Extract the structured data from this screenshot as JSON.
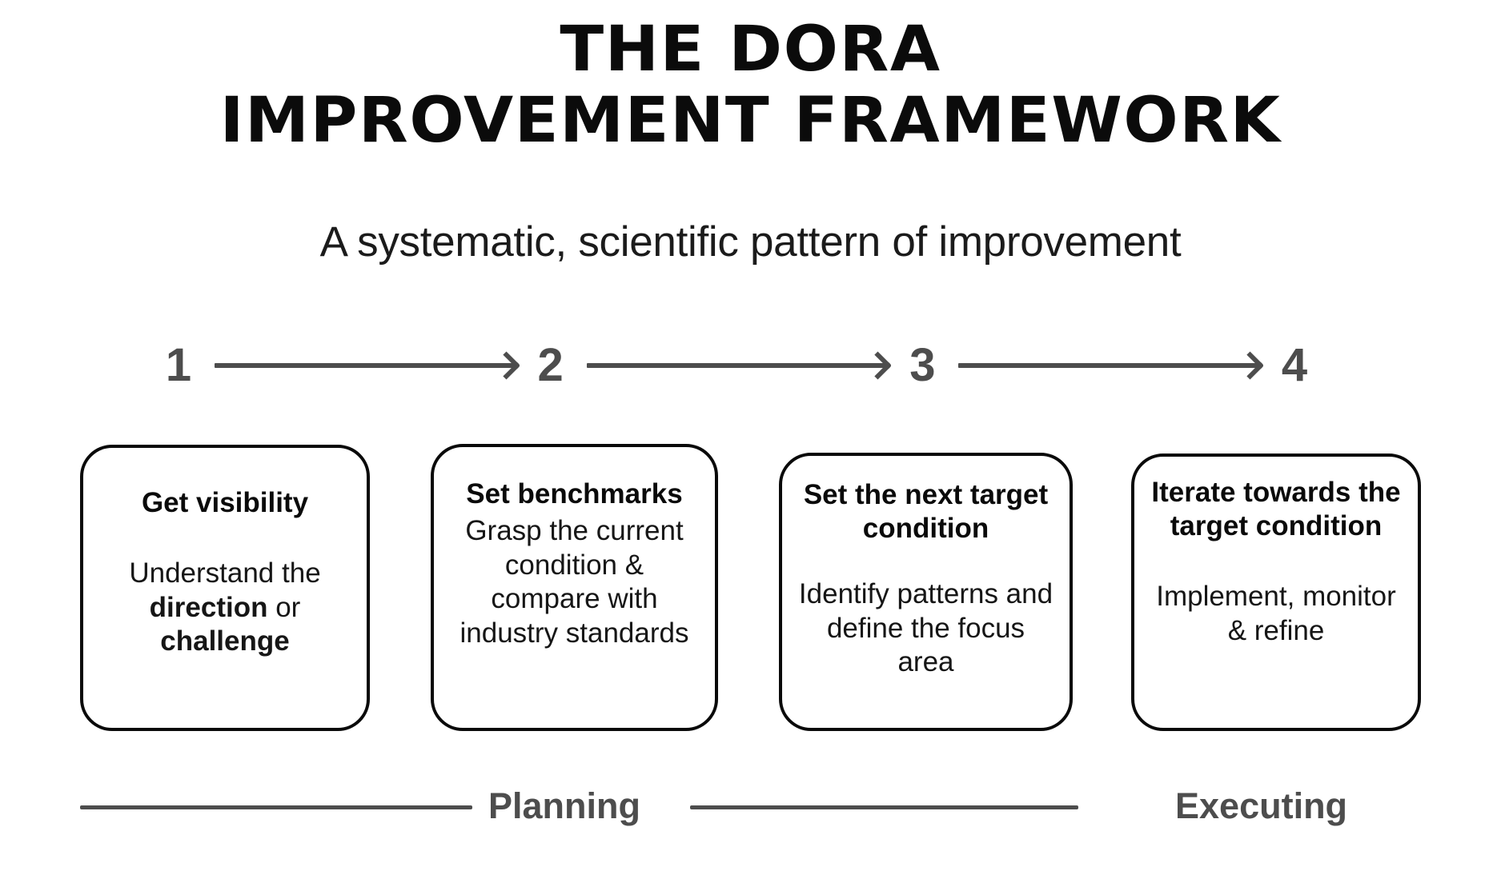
{
  "title": {
    "line1": "THE DORA",
    "line2": "IMPROVEMENT FRAMEWORK"
  },
  "subtitle": "A systematic, scientific pattern of improvement",
  "colors": {
    "ink": "#0a0a0a",
    "muted": "#4d4d4d",
    "background": "#ffffff"
  },
  "steps": [
    {
      "number": "1"
    },
    {
      "number": "2"
    },
    {
      "number": "3"
    },
    {
      "number": "4"
    }
  ],
  "cards": [
    {
      "heading": "Get visibility",
      "body_plain": "Understand the direction or challenge",
      "body_parts": [
        {
          "text": "Understand the ",
          "bold": false
        },
        {
          "text": "direction",
          "bold": true
        },
        {
          "text": " or ",
          "bold": false
        },
        {
          "text": "challenge",
          "bold": true
        }
      ]
    },
    {
      "heading": "Set benchmarks",
      "body_plain": "Grasp the current condition & compare with industry standards",
      "body_parts": [
        {
          "text": "Grasp the current condition & compare with industry standards",
          "bold": false
        }
      ]
    },
    {
      "heading": "Set the next target condition",
      "body_plain": "Identify patterns and define the focus area",
      "body_parts": [
        {
          "text": "Identify patterns and define the focus area",
          "bold": false
        }
      ]
    },
    {
      "heading": "Iterate towards the target condition",
      "body_plain": "Implement, monitor & refine",
      "body_parts": [
        {
          "text": "Implement, monitor & refine",
          "bold": false
        }
      ]
    }
  ],
  "phases": {
    "planning": "Planning",
    "executing": "Executing"
  }
}
